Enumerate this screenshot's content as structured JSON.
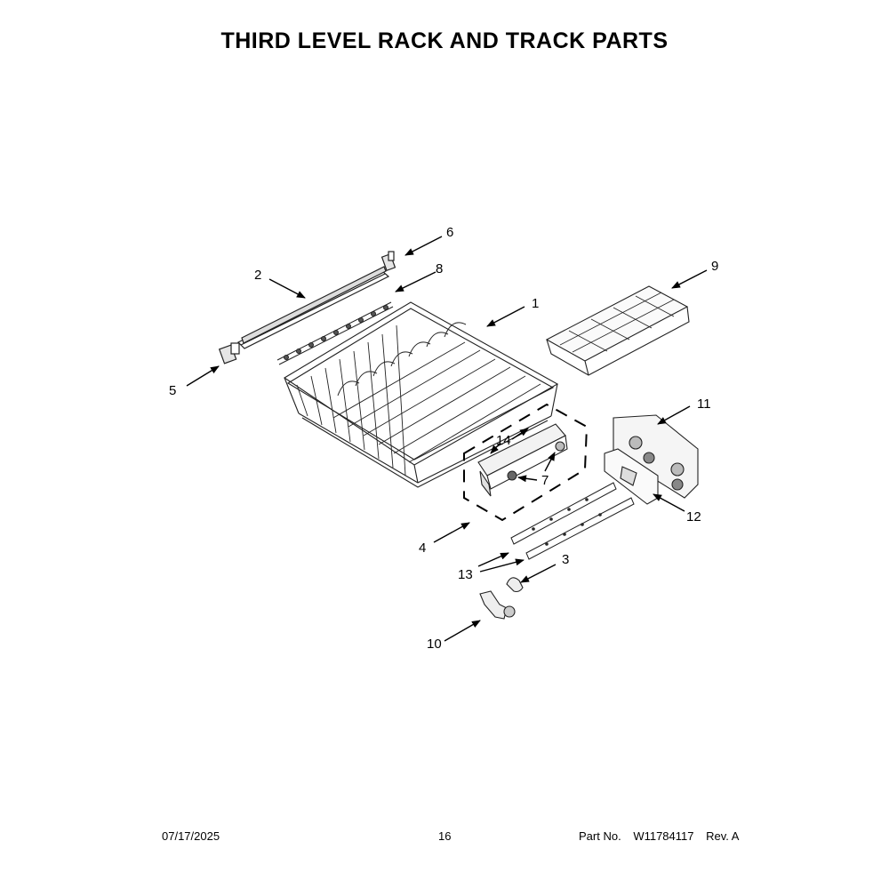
{
  "title": "THIRD LEVEL RACK AND TRACK PARTS",
  "callouts": {
    "c1": "1",
    "c2": "2",
    "c3": "3",
    "c4": "4",
    "c5": "5",
    "c6": "6",
    "c7": "7",
    "c8": "8",
    "c9": "9",
    "c10": "10",
    "c11": "11",
    "c12": "12",
    "c13": "13",
    "c14": "14"
  },
  "footer": {
    "date": "07/17/2025",
    "page": "16",
    "part_label": "Part No.",
    "part_number": "W11784117",
    "revision": "Rev. A"
  }
}
